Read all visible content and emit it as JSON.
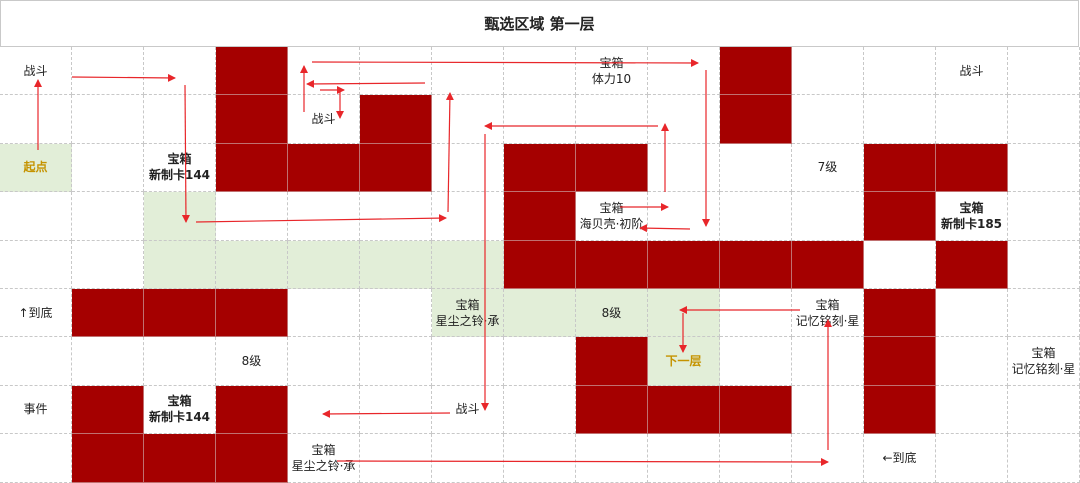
{
  "title": "甄选区域  第一层",
  "colors": {
    "wall": "#a50000",
    "path": "#e2eed8",
    "arrow": "#e8262a",
    "gold_text": "#c59300"
  },
  "cells": [
    {
      "r": 0,
      "c": 0,
      "lines": [
        "战斗"
      ]
    },
    {
      "r": 0,
      "c": 3,
      "type": "wall"
    },
    {
      "r": 0,
      "c": 8,
      "lines": [
        "宝箱",
        "体力10"
      ]
    },
    {
      "r": 0,
      "c": 10,
      "type": "wall"
    },
    {
      "r": 0,
      "c": 13,
      "lines": [
        "战斗"
      ]
    },
    {
      "r": 1,
      "c": 3,
      "type": "wall"
    },
    {
      "r": 1,
      "c": 4,
      "lines": [
        "战斗"
      ]
    },
    {
      "r": 1,
      "c": 5,
      "type": "wall"
    },
    {
      "r": 1,
      "c": 10,
      "type": "wall"
    },
    {
      "r": 2,
      "c": 0,
      "type": "path",
      "lines": [
        "起点"
      ],
      "style": "gold"
    },
    {
      "r": 2,
      "c": 2,
      "lines": [
        "宝箱",
        "新制卡144"
      ],
      "style": "bold"
    },
    {
      "r": 2,
      "c": 3,
      "type": "wall"
    },
    {
      "r": 2,
      "c": 4,
      "type": "wall"
    },
    {
      "r": 2,
      "c": 5,
      "type": "wall"
    },
    {
      "r": 2,
      "c": 7,
      "type": "wall"
    },
    {
      "r": 2,
      "c": 8,
      "type": "wall"
    },
    {
      "r": 2,
      "c": 11,
      "lines": [
        "7级"
      ]
    },
    {
      "r": 2,
      "c": 12,
      "type": "wall"
    },
    {
      "r": 2,
      "c": 13,
      "type": "wall"
    },
    {
      "r": 3,
      "c": 2,
      "type": "path"
    },
    {
      "r": 3,
      "c": 7,
      "type": "wall"
    },
    {
      "r": 3,
      "c": 8,
      "lines": [
        "宝箱",
        "海贝壳·初阶"
      ]
    },
    {
      "r": 3,
      "c": 12,
      "type": "wall"
    },
    {
      "r": 3,
      "c": 13,
      "lines": [
        "宝箱",
        "新制卡185"
      ],
      "style": "bold"
    },
    {
      "r": 4,
      "c": 2,
      "type": "path"
    },
    {
      "r": 4,
      "c": 3,
      "type": "path"
    },
    {
      "r": 4,
      "c": 4,
      "type": "path"
    },
    {
      "r": 4,
      "c": 5,
      "type": "path"
    },
    {
      "r": 4,
      "c": 6,
      "type": "path"
    },
    {
      "r": 4,
      "c": 7,
      "type": "wall"
    },
    {
      "r": 4,
      "c": 8,
      "type": "wall"
    },
    {
      "r": 4,
      "c": 9,
      "type": "wall"
    },
    {
      "r": 4,
      "c": 10,
      "type": "wall"
    },
    {
      "r": 4,
      "c": 11,
      "type": "wall"
    },
    {
      "r": 4,
      "c": 13,
      "type": "wall"
    },
    {
      "r": 5,
      "c": 0,
      "lines": [
        "↑到底"
      ]
    },
    {
      "r": 5,
      "c": 1,
      "type": "wall"
    },
    {
      "r": 5,
      "c": 2,
      "type": "wall"
    },
    {
      "r": 5,
      "c": 3,
      "type": "wall"
    },
    {
      "r": 5,
      "c": 6,
      "type": "path",
      "lines": [
        "宝箱",
        "星尘之铃·承"
      ]
    },
    {
      "r": 5,
      "c": 7,
      "type": "path"
    },
    {
      "r": 5,
      "c": 8,
      "type": "path",
      "lines": [
        "8级"
      ]
    },
    {
      "r": 5,
      "c": 9,
      "type": "path"
    },
    {
      "r": 5,
      "c": 11,
      "lines": [
        "宝箱",
        "记忆铭刻·星"
      ]
    },
    {
      "r": 5,
      "c": 12,
      "type": "wall"
    },
    {
      "r": 6,
      "c": 3,
      "lines": [
        "8级"
      ]
    },
    {
      "r": 6,
      "c": 8,
      "type": "wall"
    },
    {
      "r": 6,
      "c": 9,
      "type": "path",
      "lines": [
        "下一层"
      ],
      "style": "gold"
    },
    {
      "r": 6,
      "c": 12,
      "type": "wall"
    },
    {
      "r": 6,
      "c": 14,
      "lines": [
        "宝箱",
        "记忆铭刻·星"
      ]
    },
    {
      "r": 7,
      "c": 0,
      "lines": [
        "事件"
      ]
    },
    {
      "r": 7,
      "c": 1,
      "type": "wall"
    },
    {
      "r": 7,
      "c": 2,
      "lines": [
        "宝箱",
        "新制卡144"
      ],
      "style": "bold"
    },
    {
      "r": 7,
      "c": 3,
      "type": "wall"
    },
    {
      "r": 7,
      "c": 6,
      "lines": [
        "战斗"
      ]
    },
    {
      "r": 7,
      "c": 8,
      "type": "wall"
    },
    {
      "r": 7,
      "c": 9,
      "type": "wall"
    },
    {
      "r": 7,
      "c": 10,
      "type": "wall"
    },
    {
      "r": 7,
      "c": 12,
      "type": "wall"
    },
    {
      "r": 8,
      "c": 1,
      "type": "wall"
    },
    {
      "r": 8,
      "c": 2,
      "type": "wall"
    },
    {
      "r": 8,
      "c": 3,
      "type": "wall"
    },
    {
      "r": 8,
      "c": 4,
      "lines": [
        "宝箱",
        "星尘之铃·承"
      ]
    },
    {
      "r": 8,
      "c": 12,
      "lines": [
        "←到底"
      ]
    }
  ]
}
